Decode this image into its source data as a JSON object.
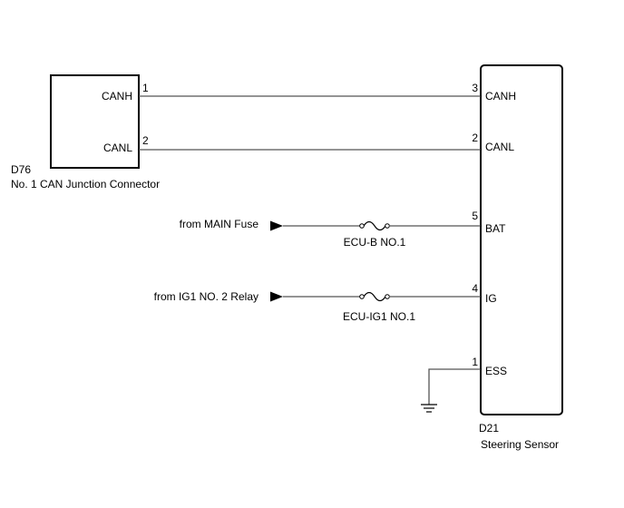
{
  "connector_d76": {
    "code": "D76",
    "name": "No. 1 CAN Junction Connector",
    "pins": [
      {
        "number": "1",
        "label": "CANH"
      },
      {
        "number": "2",
        "label": "CANL"
      }
    ]
  },
  "sensor_d21": {
    "code": "D21",
    "name": "Steering Sensor",
    "pins": [
      {
        "number": "3",
        "label": "CANH"
      },
      {
        "number": "2",
        "label": "CANL"
      },
      {
        "number": "5",
        "label": "BAT"
      },
      {
        "number": "4",
        "label": "IG"
      },
      {
        "number": "1",
        "label": "ESS"
      }
    ]
  },
  "sources": [
    {
      "label": "from MAIN Fuse"
    },
    {
      "label": "from IG1 NO. 2 Relay"
    }
  ],
  "fuses": [
    {
      "label": "ECU-B NO.1"
    },
    {
      "label": "ECU-IG1 NO.1"
    }
  ],
  "icons": {
    "ground": "ground-icon",
    "arrow": "arrow-right-icon",
    "fuse": "fuse-icon"
  }
}
